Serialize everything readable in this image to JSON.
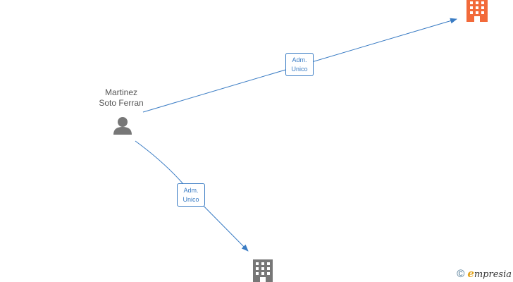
{
  "nodes": {
    "person": {
      "name_line1": "Martinez",
      "name_line2": "Soto Ferran",
      "icon": "person-icon"
    },
    "company_top": {
      "icon": "building-icon",
      "color": "#f26a3a"
    },
    "company_bottom": {
      "icon": "building-icon",
      "color": "#777777"
    }
  },
  "edges": [
    {
      "label_line1": "Adm.",
      "label_line2": "Unico",
      "from": "person",
      "to": "company_top"
    },
    {
      "label_line1": "Adm.",
      "label_line2": "Unico",
      "from": "person",
      "to": "company_bottom"
    }
  ],
  "colors": {
    "edge": "#3a7cc4",
    "person": "#777777"
  },
  "watermark": {
    "copyright_symbol": "©",
    "brand_initial": "e",
    "brand_rest": "mpresia"
  }
}
